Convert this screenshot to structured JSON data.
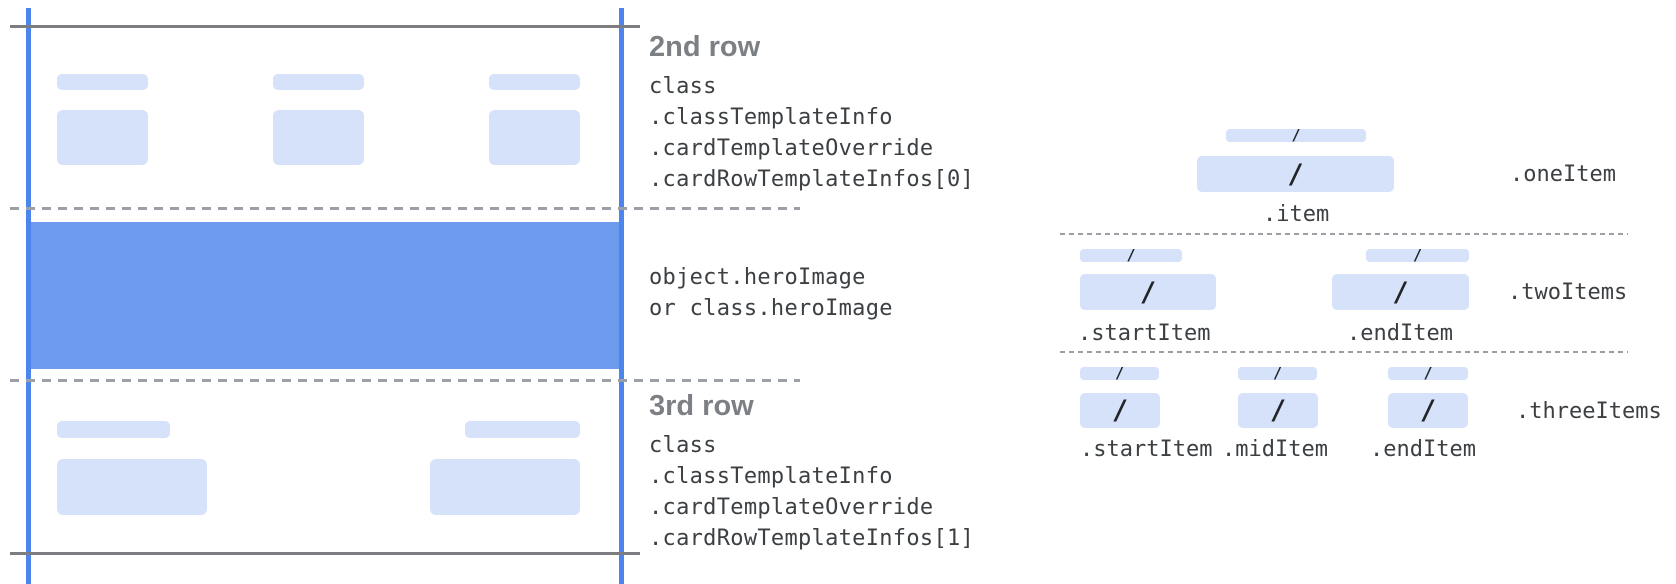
{
  "annotations": {
    "second_row": {
      "heading": "2nd row",
      "lines": [
        "class",
        ".classTemplateInfo",
        ".cardTemplateOverride",
        ".cardRowTemplateInfos[0]"
      ]
    },
    "hero": {
      "lines": [
        "object.heroImage",
        "or class.heroImage"
      ]
    },
    "third_row": {
      "heading": "3rd row",
      "lines": [
        "class",
        ".classTemplateInfo",
        ".cardTemplateOverride",
        ".cardRowTemplateInfos[1]"
      ]
    }
  },
  "item_layouts": {
    "slash": "/",
    "one_item": {
      "group_label": ".oneItem",
      "items": [
        {
          "label": ".item"
        }
      ]
    },
    "two_items": {
      "group_label": ".twoItems",
      "items": [
        {
          "label": ".startItem"
        },
        {
          "label": ".endItem"
        }
      ]
    },
    "three_items": {
      "group_label": ".threeItems",
      "items": [
        {
          "label": ".startItem"
        },
        {
          "label": ".midItem"
        },
        {
          "label": ".endItem"
        }
      ]
    }
  },
  "colors": {
    "placeholder_fill": "#d5e2f9",
    "hero_fill": "#6d9aec",
    "guide_blue": "#4c85ee",
    "solid_line_gray": "#7b7d80",
    "dashed_line_gray": "#9aa0a6",
    "heading_gray": "#7c8085",
    "code_text": "#3c4043",
    "slash_color": "#222427"
  }
}
